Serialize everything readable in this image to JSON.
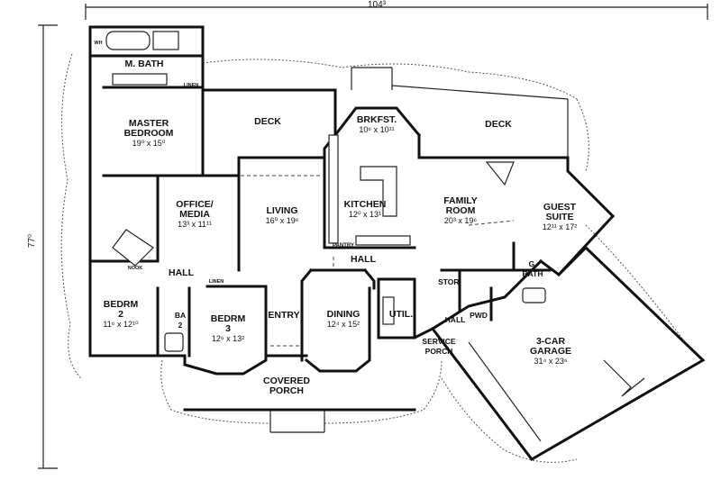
{
  "dimensions": {
    "width_overall": "104³",
    "depth_overall": "77⁰"
  },
  "rooms": [
    {
      "key": "mbath",
      "name": "M. BATH",
      "dim": ""
    },
    {
      "key": "master",
      "name": "MASTER\nBEDROOM",
      "dim": "19⁰ x 15⁰"
    },
    {
      "key": "deck_left",
      "name": "DECK",
      "dim": ""
    },
    {
      "key": "brkfst",
      "name": "BRKFST.",
      "dim": "10⁶ x 10¹¹"
    },
    {
      "key": "deck_right",
      "name": "DECK",
      "dim": ""
    },
    {
      "key": "office",
      "name": "OFFICE/\nMEDIA",
      "dim": "13³ x 11¹¹"
    },
    {
      "key": "living",
      "name": "LIVING",
      "dim": "16⁰ x 19⁶"
    },
    {
      "key": "kitchen",
      "name": "KITCHEN",
      "dim": "12⁰ x 13¹"
    },
    {
      "key": "family",
      "name": "FAMILY\nROOM",
      "dim": "20³ x 19⁶"
    },
    {
      "key": "guest",
      "name": "GUEST\nSUITE",
      "dim": "12¹¹ x 17²"
    },
    {
      "key": "hall_left",
      "name": "HALL",
      "dim": ""
    },
    {
      "key": "hall_center",
      "name": "HALL",
      "dim": ""
    },
    {
      "key": "bedrm2",
      "name": "BEDRM\n2",
      "dim": "11⁶ x 12¹⁰"
    },
    {
      "key": "ba2",
      "name": "BA\n2",
      "dim": ""
    },
    {
      "key": "bedrm3",
      "name": "BEDRM\n3",
      "dim": "12⁶ x 13²"
    },
    {
      "key": "entry",
      "name": "ENTRY",
      "dim": ""
    },
    {
      "key": "dining",
      "name": "DINING",
      "dim": "12⁴ x 15²"
    },
    {
      "key": "util",
      "name": "UTIL.",
      "dim": ""
    },
    {
      "key": "stor",
      "name": "STOR.",
      "dim": ""
    },
    {
      "key": "gbath",
      "name": "G.\nBATH",
      "dim": ""
    },
    {
      "key": "hall_small",
      "name": "HALL",
      "dim": ""
    },
    {
      "key": "pwd",
      "name": "PWD",
      "dim": ""
    },
    {
      "key": "service",
      "name": "SERVICE\nPORCH",
      "dim": ""
    },
    {
      "key": "garage",
      "name": "3-CAR\nGARAGE",
      "dim": "31⁴ x 23⁶"
    },
    {
      "key": "porch",
      "name": "COVERED\nPORCH",
      "dim": ""
    }
  ],
  "fixtures": {
    "pantry": "PANTRY",
    "linen": "LINEN",
    "linen2": "LINEN",
    "nook": "NOOK",
    "wh": "WH"
  }
}
